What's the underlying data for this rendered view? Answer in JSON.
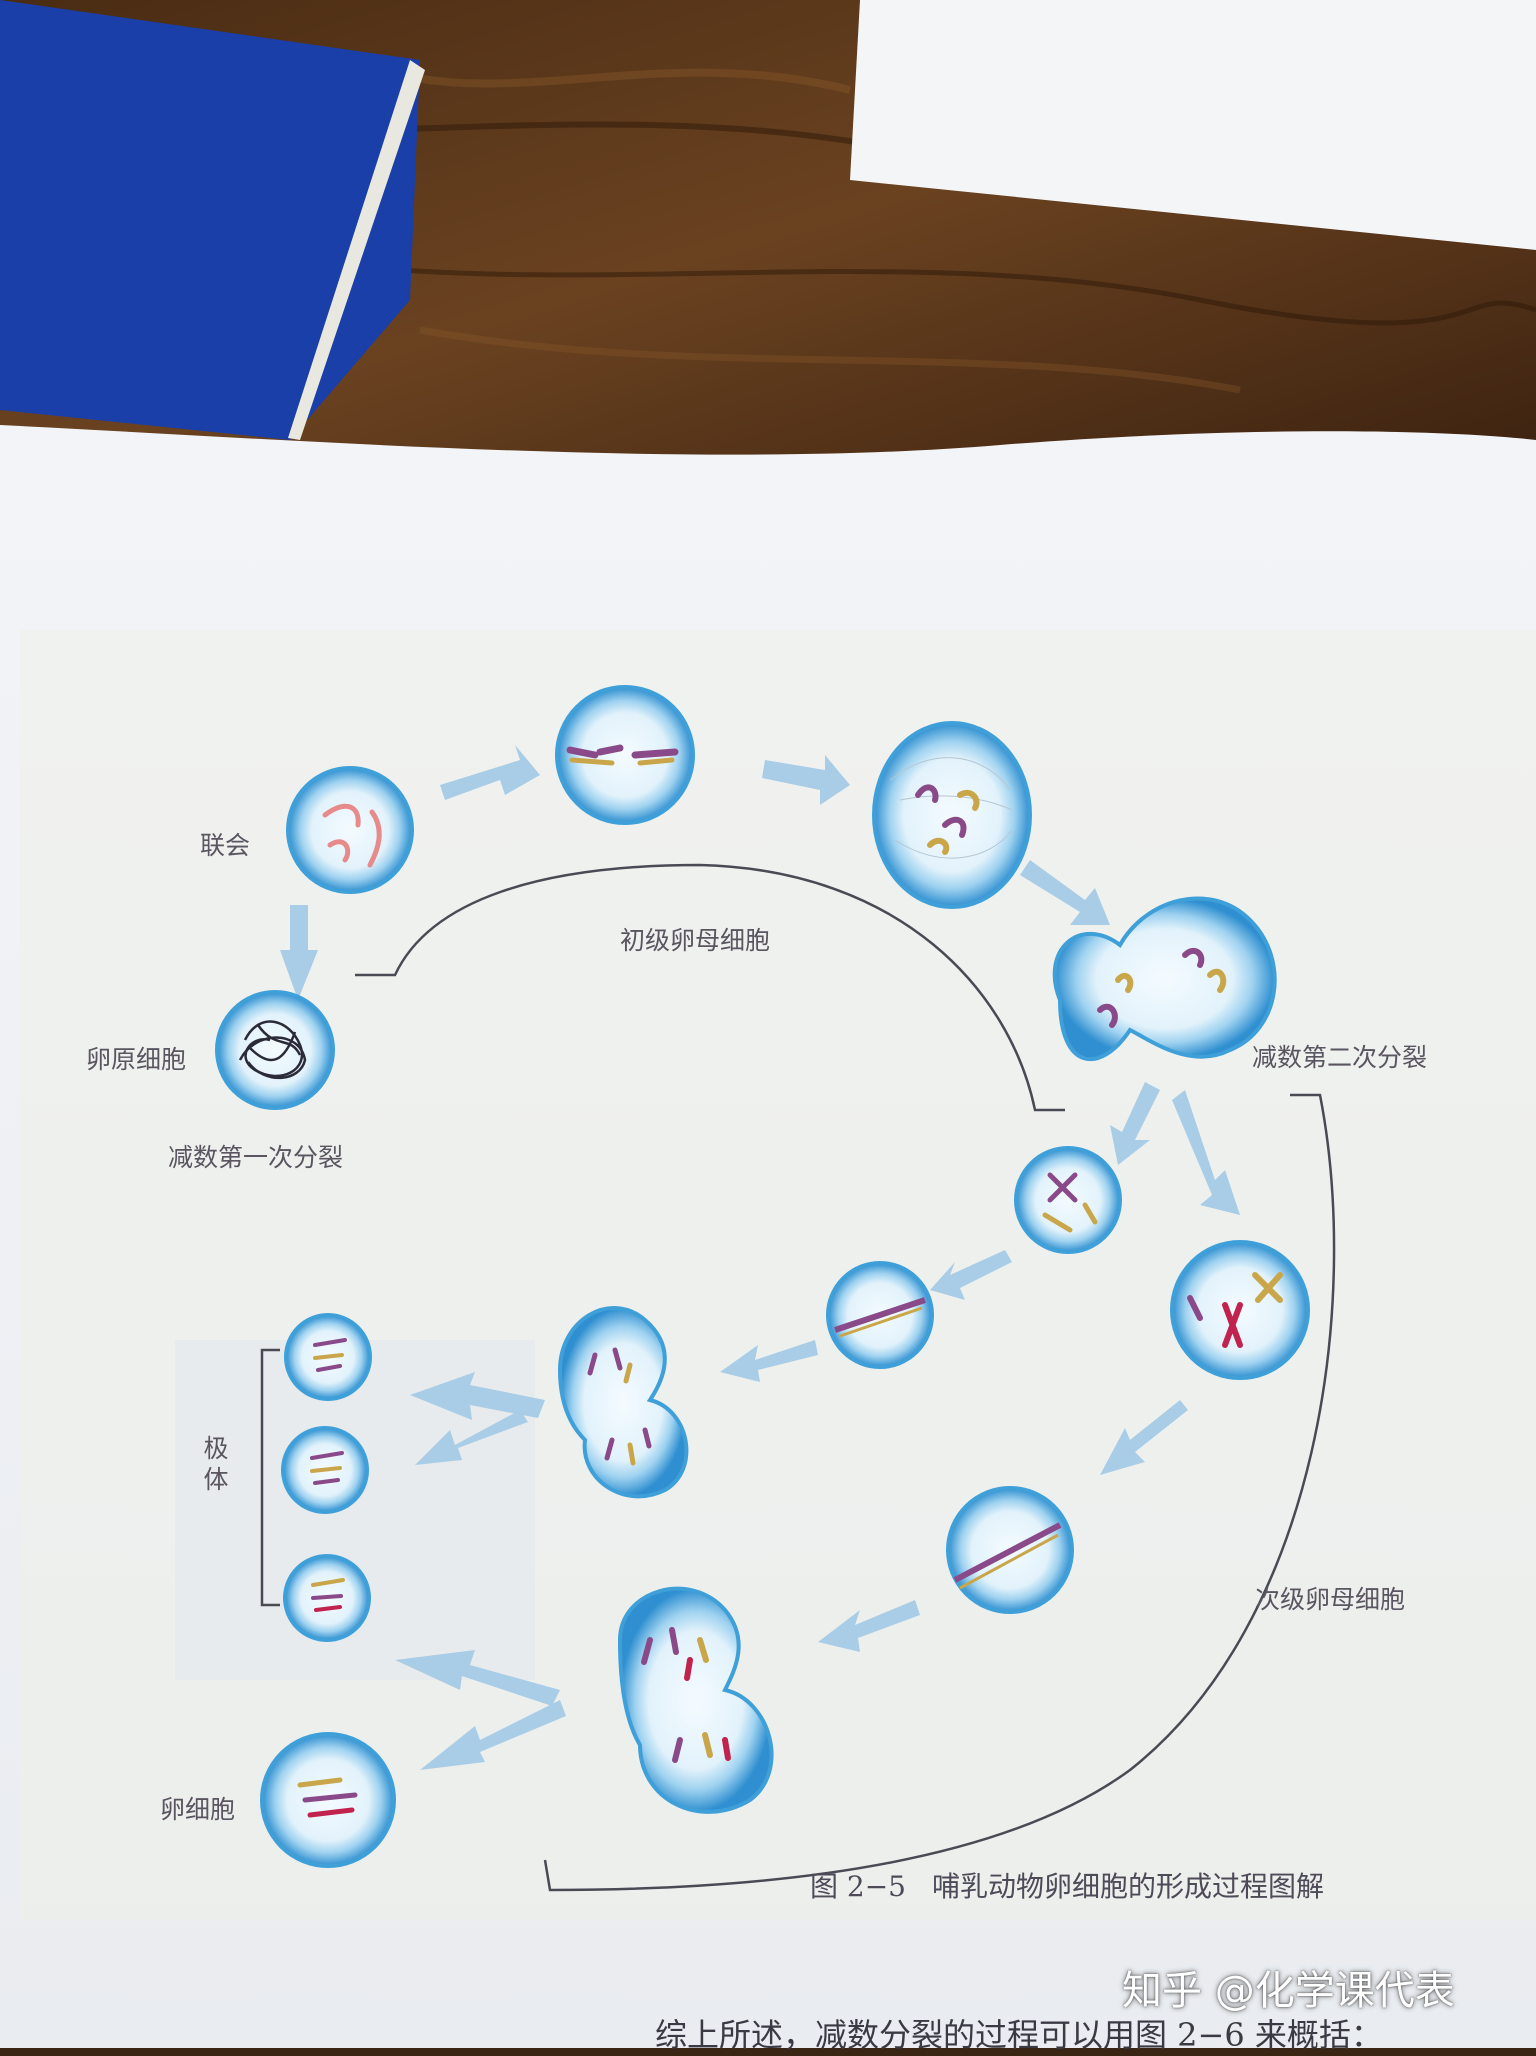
{
  "labels": {
    "synapsis": "联会",
    "oogonium": "卵原细胞",
    "meiosis_1": "减数第一次分裂",
    "primary_oocyte": "初级卵母细胞",
    "meiosis_2": "减数第二次分裂",
    "secondary_oocyte": "次级卵母细胞",
    "polar_bodies": "极体",
    "egg_cell": "卵细胞"
  },
  "caption": {
    "figure_number": "图 2−5",
    "title": "哺乳动物卵细胞的形成过程图解"
  },
  "following_text": "综上所述，减数分裂的过程可以用图 2−6 来概括：",
  "watermark": "知乎 @化学课代表",
  "colors": {
    "cell_blue": "#3f9fd8",
    "cell_inner": "#eaf6fc",
    "page": "#f1f3f6",
    "figure_bg": "#eef1ee",
    "chromosome_purple": "#8a4a8a",
    "chromosome_gold": "#c9a64a",
    "arrow_blue": "#a9cde6",
    "wood": "#5a3a1e",
    "book_blue": "#1a3fa8"
  }
}
